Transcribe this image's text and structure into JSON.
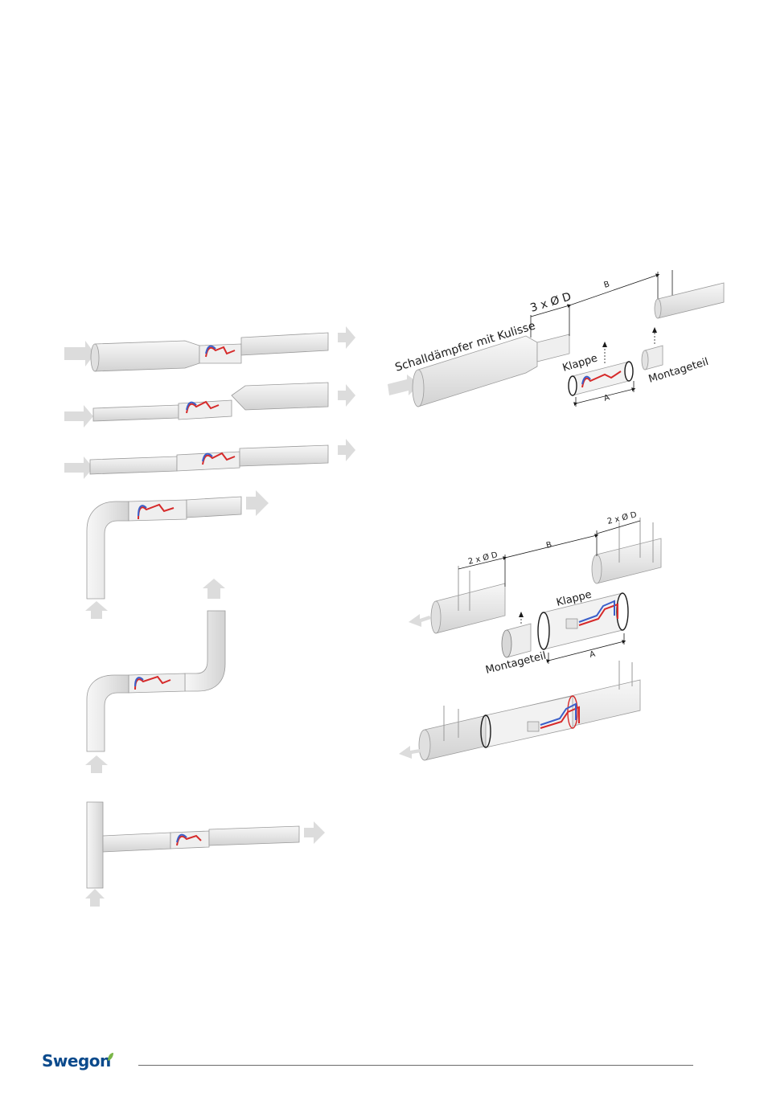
{
  "labels": {
    "silencer": "Schalldämpfer mit Kulisse",
    "three_d": "3 x Ø D",
    "b_top": "B",
    "klappe_top": "Klappe",
    "montage_top": "Montageteil",
    "a_top": "A",
    "two_d_left": "2 x Ø D",
    "two_d_right": "2 x Ø D",
    "b_mid": "B",
    "klappe_mid": "Klappe",
    "montage_mid": "Montageteil",
    "a_mid": "A"
  },
  "footer": {
    "brand": "Swegon"
  },
  "colors": {
    "duct": "#ececec",
    "duct_edge": "#9a9a9a",
    "arrow": "#d9d9d9",
    "red": "#d62a2a",
    "blue": "#3b5fc9",
    "brand": "#0b4a8c",
    "leaf": "#7ab648"
  }
}
